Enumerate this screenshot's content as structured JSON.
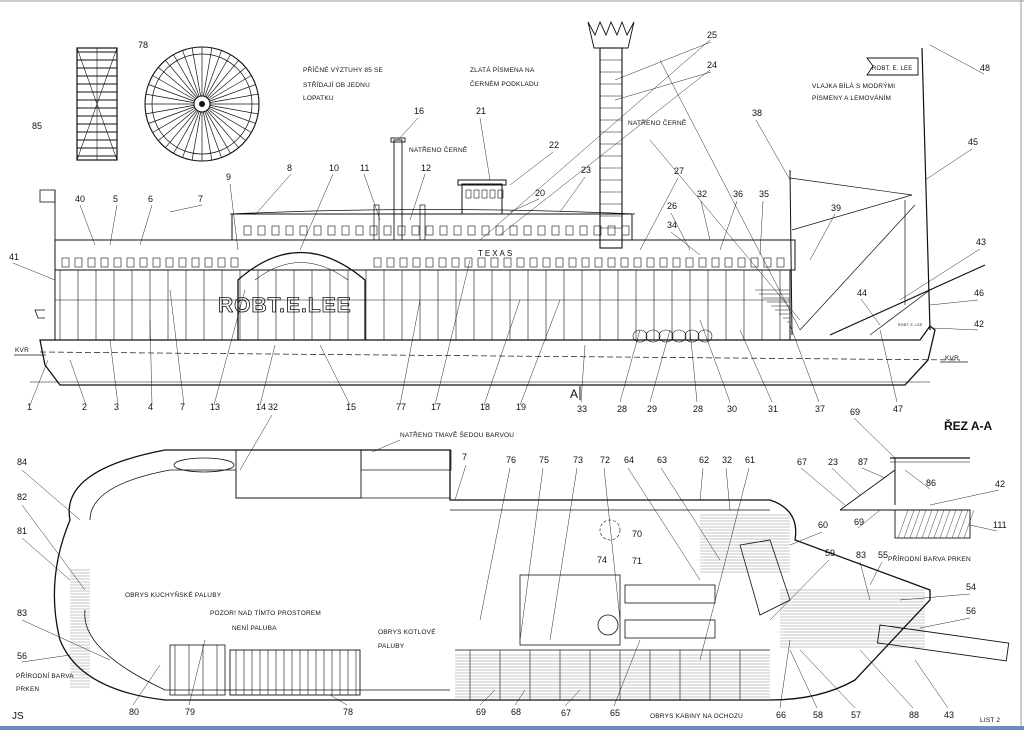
{
  "sheet": {
    "author": "JS",
    "sheet_number": "LIST 2",
    "hull_name": "ROBT.E.LEE",
    "texas_deck": "TEXAS",
    "flag_text": "ROBT. E. LEE",
    "small_hull_text": "ROBT. E. LEE",
    "waterline": "KVR",
    "section_mark": "A",
    "section_title": "ŘEZ A-A"
  },
  "notes": {
    "cross_braces": [
      "PŘÍČNÉ VÝZTUHY 85 SE",
      "STŘÍDAJÍ OB JEDNU",
      "LOPATKU"
    ],
    "gold_letters": [
      "ZLATÁ PÍSMENA NA",
      "ČERNÉM PODKLADU"
    ],
    "painted_black_1": "NATŘENO ČERNĚ",
    "painted_black_2": "NATŘENO ČERNĚ",
    "flag": [
      "VLAJKA BÍLÁ S MODRÝMI",
      "PÍSMENY A LEMOVÁNÍM"
    ],
    "painted_grey": "NATŘENO TMAVĚ ŠEDOU BARVOU",
    "kitchen_deck": "OBRYS KUCHYŇSKÉ PALUBY",
    "no_deck": [
      "POZOR! NAD TÍMTO PROSTOREM",
      "NENÍ PALUBA"
    ],
    "boiler_deck": [
      "OBRYS KOTLOVÉ",
      "PALUBY"
    ],
    "plank_color_left": [
      "PŘÍRODNÍ BARVA",
      "PRKEN"
    ],
    "plank_color_right": "PŘÍRODNÍ BARVA PRKEN",
    "walkway_cabin": "OBRYS KABINY NA OCHOZU"
  },
  "labels": {
    "elevation_bottom": [
      "1",
      "2",
      "3",
      "4",
      "7",
      "13",
      "14",
      "15",
      "77",
      "17",
      "18",
      "19",
      "33",
      "28",
      "29",
      "28",
      "30",
      "31",
      "37",
      "47"
    ],
    "elevation_top": [
      "40",
      "5",
      "6",
      "7",
      "9",
      "8",
      "10",
      "11",
      "12",
      "16",
      "21",
      "22",
      "20",
      "23",
      "27",
      "26",
      "34",
      "32",
      "36",
      "35",
      "38",
      "39",
      "45",
      "43",
      "46",
      "44",
      "42",
      "48",
      "24",
      "25"
    ],
    "elevation_left": [
      "41"
    ],
    "detail": [
      "78",
      "85"
    ],
    "plan": [
      "84",
      "82",
      "81",
      "83",
      "56",
      "80",
      "79",
      "78",
      "69",
      "68",
      "67",
      "65",
      "66",
      "58",
      "57",
      "88",
      "43",
      "32",
      "7",
      "76",
      "75",
      "73",
      "72",
      "64",
      "63",
      "62",
      "32",
      "61",
      "70",
      "71",
      "74",
      "60",
      "59",
      "83",
      "55",
      "54",
      "56"
    ],
    "section": [
      "69",
      "67",
      "23",
      "87",
      "86",
      "42",
      "69",
      "111"
    ]
  }
}
